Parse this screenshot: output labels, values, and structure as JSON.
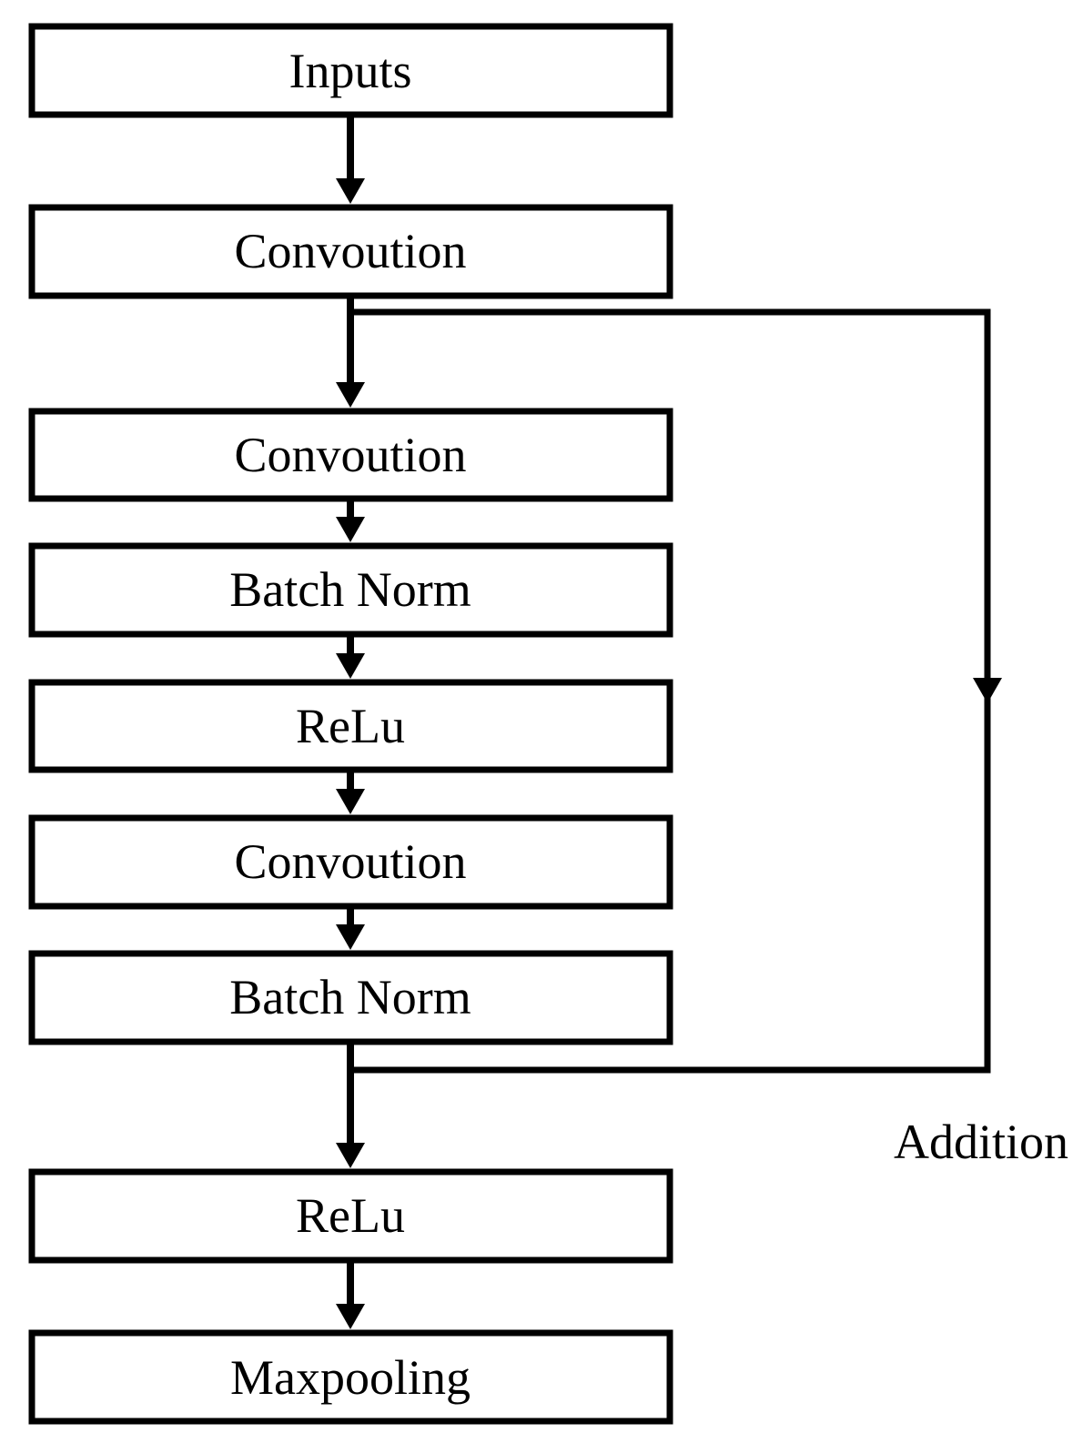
{
  "nodes": [
    {
      "id": "inputs",
      "label": "Inputs"
    },
    {
      "id": "conv1",
      "label": "Convoution"
    },
    {
      "id": "conv2",
      "label": "Convoution"
    },
    {
      "id": "bn1",
      "label": "Batch Norm"
    },
    {
      "id": "relu1",
      "label": "ReLu"
    },
    {
      "id": "conv3",
      "label": "Convoution"
    },
    {
      "id": "bn2",
      "label": "Batch Norm"
    },
    {
      "id": "relu2",
      "label": "ReLu"
    },
    {
      "id": "maxpool",
      "label": "Maxpooling"
    }
  ],
  "edges": [
    {
      "from": "inputs",
      "to": "conv1"
    },
    {
      "from": "conv1",
      "to": "conv2"
    },
    {
      "from": "conv2",
      "to": "bn1"
    },
    {
      "from": "bn1",
      "to": "relu1"
    },
    {
      "from": "relu1",
      "to": "conv3"
    },
    {
      "from": "conv3",
      "to": "bn2"
    },
    {
      "from": "bn2",
      "to": "relu2"
    },
    {
      "from": "relu2",
      "to": "maxpool"
    }
  ],
  "skip_connection": {
    "from": "conv1",
    "to": "bn2",
    "label": "Addition"
  },
  "colors": {
    "stroke": "#000000",
    "background": "#ffffff"
  }
}
